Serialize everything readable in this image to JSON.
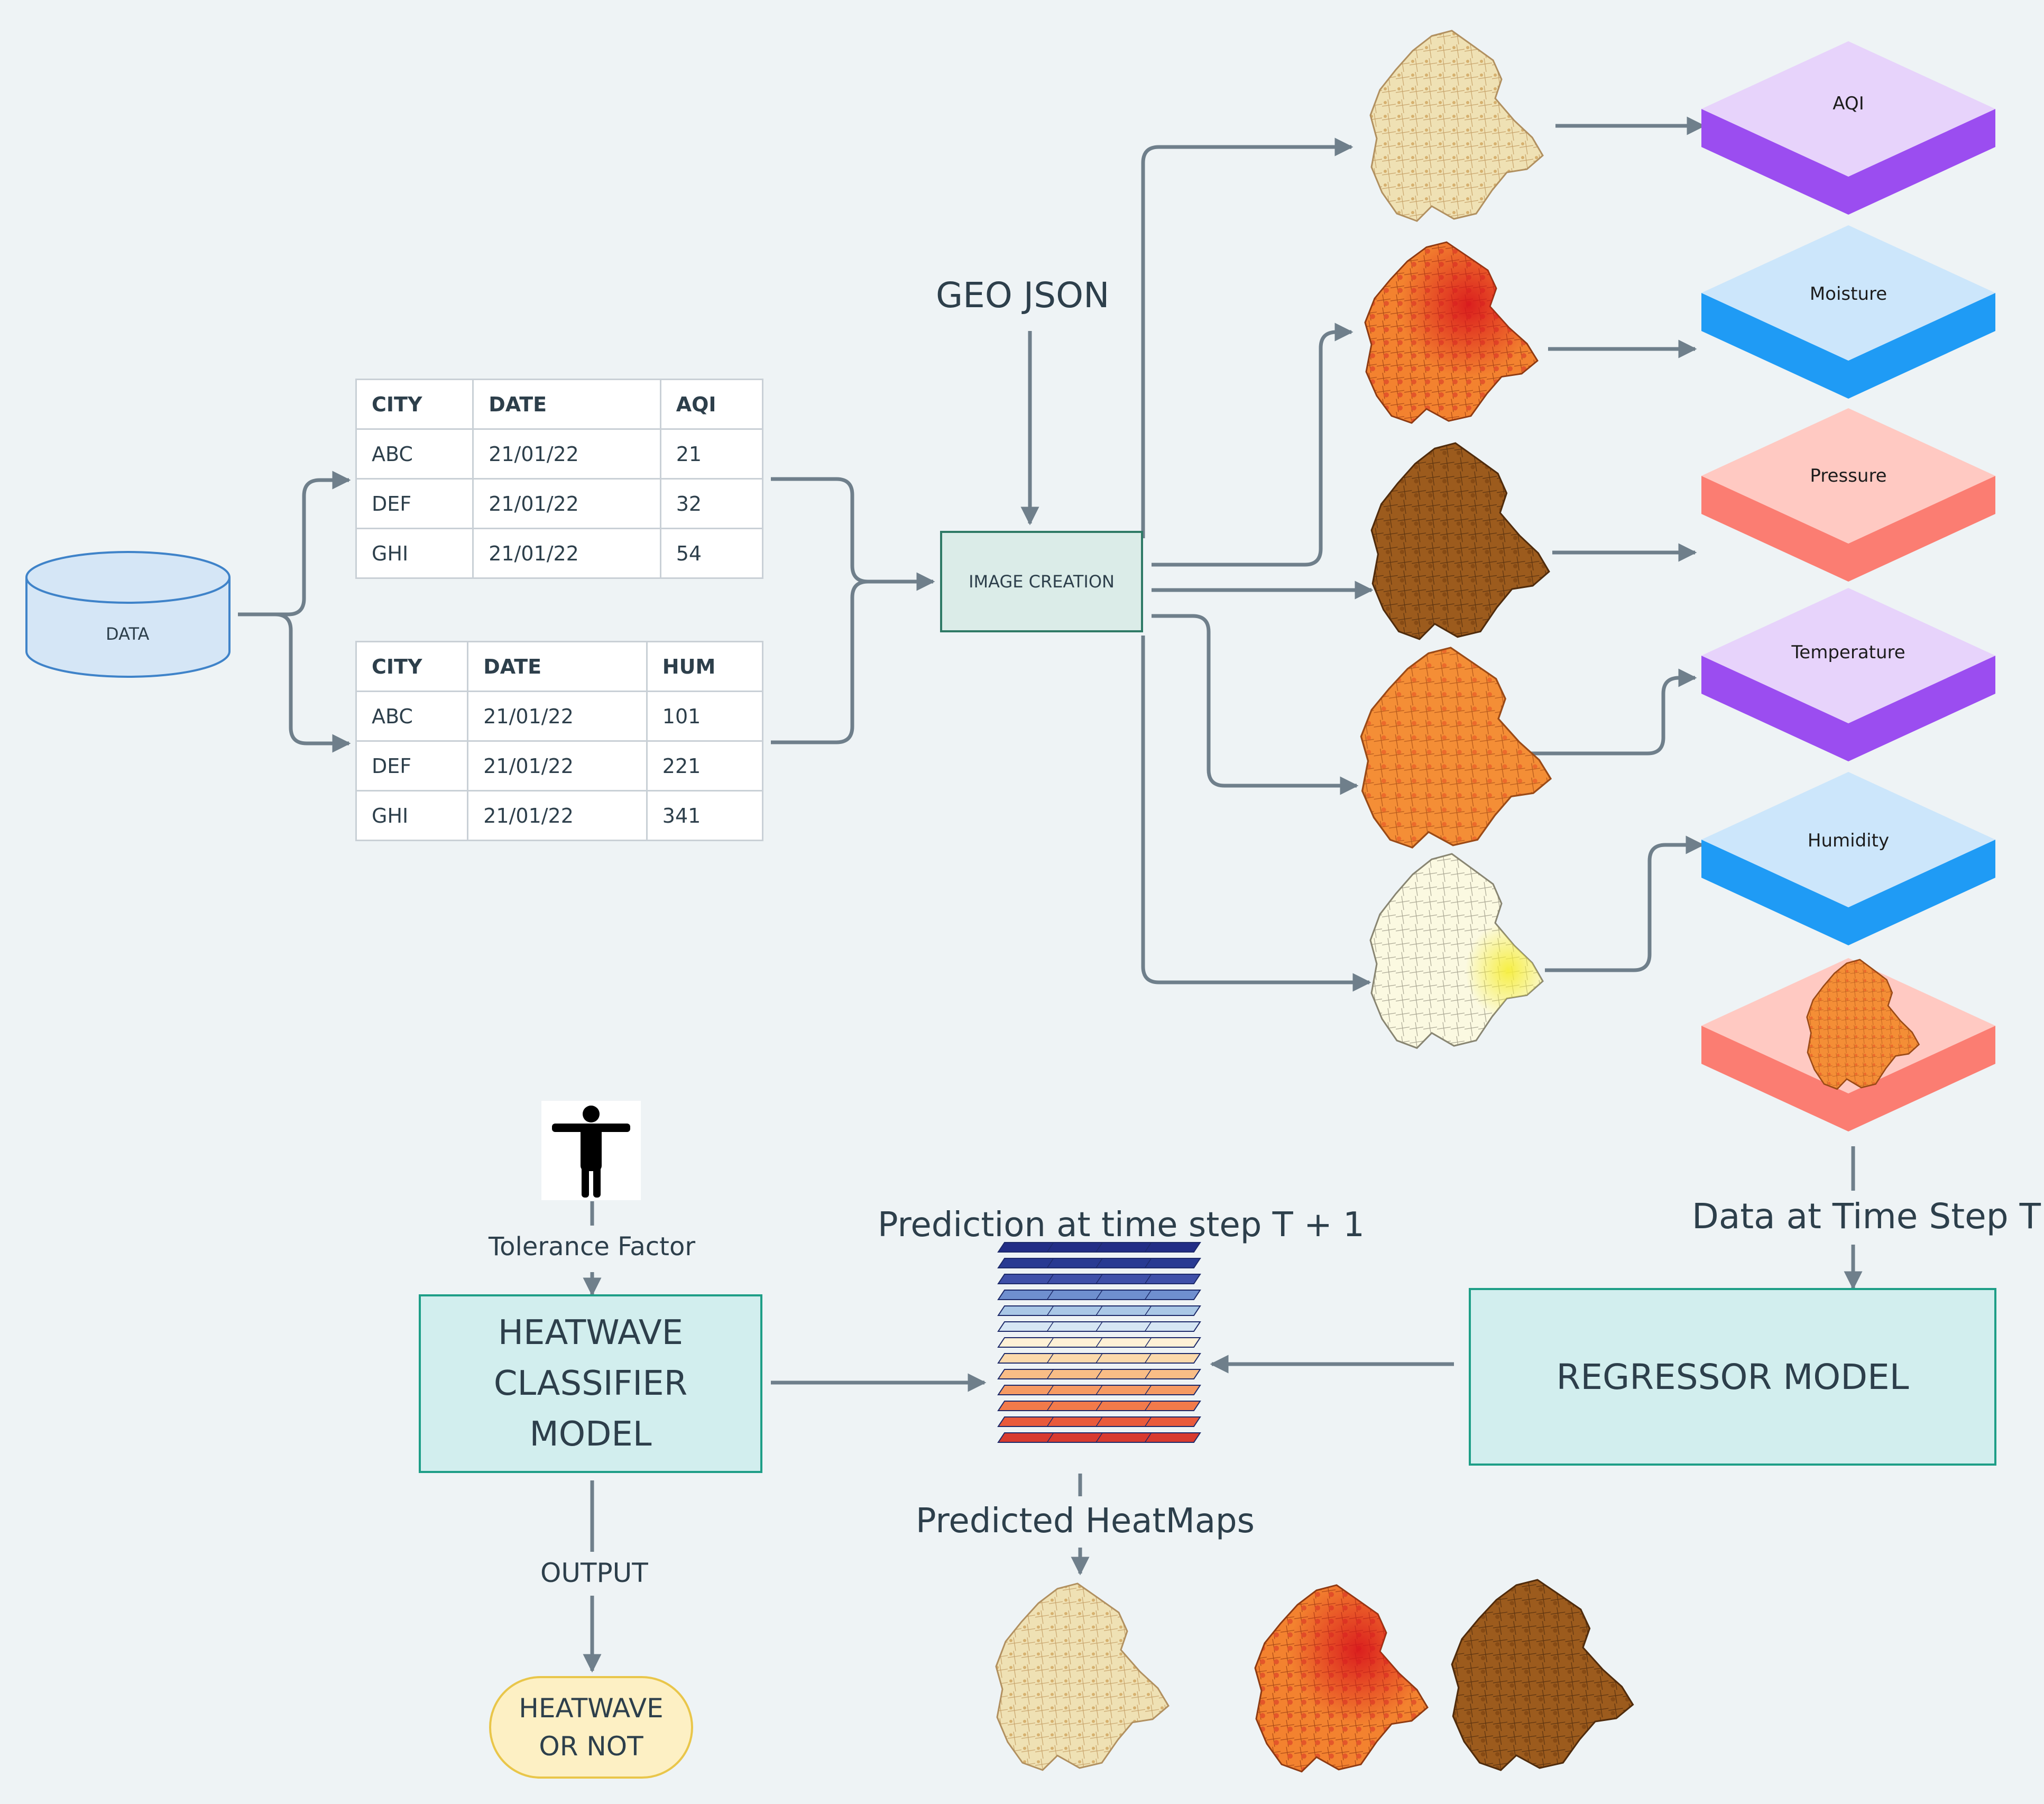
{
  "data_store": {
    "label": "DATA"
  },
  "tables": [
    {
      "headers": [
        "CITY",
        "DATE",
        "AQI"
      ],
      "rows": [
        [
          "ABC",
          "21/01/22",
          "21"
        ],
        [
          "DEF",
          "21/01/22",
          "32"
        ],
        [
          "GHI",
          "21/01/22",
          "54"
        ]
      ]
    },
    {
      "headers": [
        "CITY",
        "DATE",
        "HUM"
      ],
      "rows": [
        [
          "ABC",
          "21/01/22",
          "101"
        ],
        [
          "DEF",
          "21/01/22",
          "221"
        ],
        [
          "GHI",
          "21/01/22",
          "341"
        ]
      ]
    }
  ],
  "geo_json_label": "GEO JSON",
  "image_creation_label": "IMAGE CREATION",
  "layers": [
    {
      "label": "AQI",
      "top_color": "#e7d3fb",
      "side_color": "#9b4df0"
    },
    {
      "label": "Moisture",
      "top_color": "#cce6fb",
      "side_color": "#1f9bf5"
    },
    {
      "label": "Pressure",
      "top_color": "#ffc9c2",
      "side_color": "#fb7d72"
    },
    {
      "label": "Temperature",
      "top_color": "#e7d3fb",
      "side_color": "#9b4df0"
    },
    {
      "label": "Humidity",
      "top_color": "#cce6fb",
      "side_color": "#1f9bf5"
    },
    {
      "label": "",
      "top_color": "#ffc9c2",
      "side_color": "#fb7d72"
    }
  ],
  "maps": [
    {
      "name": "aqi-map-icon",
      "palette": "beige"
    },
    {
      "name": "moisture-map-icon",
      "palette": "redorange"
    },
    {
      "name": "pressure-map-icon",
      "palette": "brown"
    },
    {
      "name": "temperature-map-icon",
      "palette": "orange"
    },
    {
      "name": "humidity-map-icon",
      "palette": "paleyellow"
    }
  ],
  "data_time_step_label": "Data at Time Step T",
  "regressor_label": "REGRESSOR MODEL",
  "prediction_label": "Prediction at time step T + 1",
  "predicted_heatmaps_label": "Predicted HeatMaps",
  "tolerance_label": "Tolerance Factor",
  "classifier_label": [
    "HEATWAVE",
    "CLASSIFIER",
    "MODEL"
  ],
  "output_label": "OUTPUT",
  "result_label": [
    "HEATWAVE",
    "OR NOT"
  ],
  "colors": {
    "connector": "#6f7f8b",
    "teal_box_fill": "#d2eeee",
    "teal_box_border": "#1e9e87",
    "image_creation_fill": "#dbece8",
    "image_creation_border": "#2f7a66",
    "data_fill": "#d5e6f6",
    "data_border": "#3f83c9",
    "result_fill": "#fdf0c4",
    "result_border": "#e9c64a"
  }
}
